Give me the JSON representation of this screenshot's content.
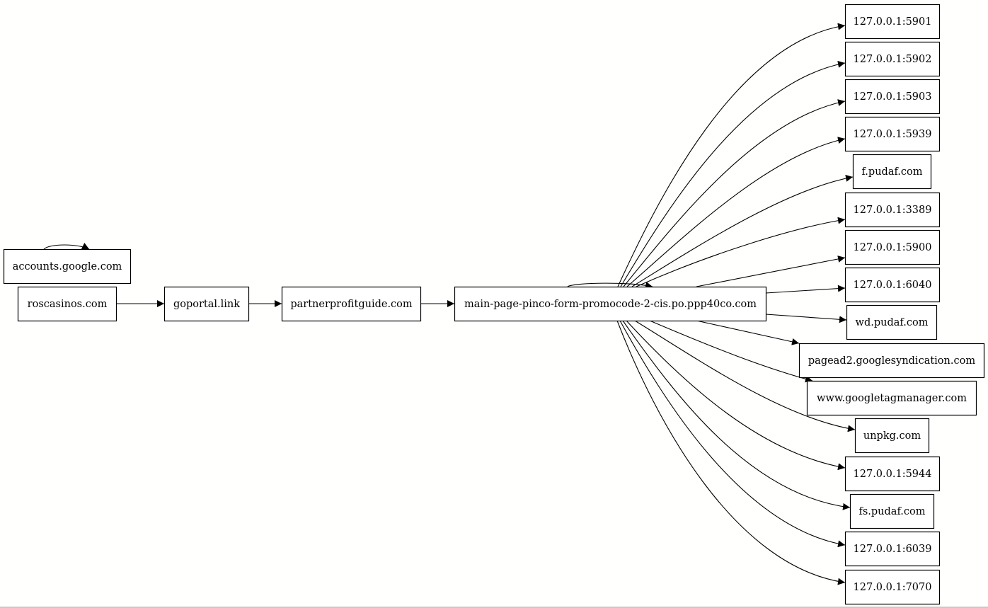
{
  "graph": {
    "nodes": [
      {
        "id": "accounts",
        "label": "accounts.google.com"
      },
      {
        "id": "roscasinos",
        "label": "roscasinos.com"
      },
      {
        "id": "goportal",
        "label": "goportal.link"
      },
      {
        "id": "partner",
        "label": "partnerprofitguide.com"
      },
      {
        "id": "main",
        "label": "main-page-pinco-form-promocode-2-cis.po.ppp40co.com"
      },
      {
        "id": "t5901",
        "label": "127.0.0.1:5901"
      },
      {
        "id": "t5902",
        "label": "127.0.0.1:5902"
      },
      {
        "id": "t5903",
        "label": "127.0.0.1:5903"
      },
      {
        "id": "t5939",
        "label": "127.0.0.1:5939"
      },
      {
        "id": "fpudaf",
        "label": "f.pudaf.com"
      },
      {
        "id": "t3389",
        "label": "127.0.0.1:3389"
      },
      {
        "id": "t5900",
        "label": "127.0.0.1:5900"
      },
      {
        "id": "t6040",
        "label": "127.0.0.1:6040"
      },
      {
        "id": "wdpudaf",
        "label": "wd.pudaf.com"
      },
      {
        "id": "pagead2",
        "label": "pagead2.googlesyndication.com"
      },
      {
        "id": "gtm",
        "label": "www.googletagmanager.com"
      },
      {
        "id": "unpkg",
        "label": "unpkg.com"
      },
      {
        "id": "t5944",
        "label": "127.0.0.1:5944"
      },
      {
        "id": "fspudaf",
        "label": "fs.pudaf.com"
      },
      {
        "id": "t6039",
        "label": "127.0.0.1:6039"
      },
      {
        "id": "t7070",
        "label": "127.0.0.1:7070"
      }
    ],
    "edges": [
      {
        "from": "accounts",
        "to": "accounts"
      },
      {
        "from": "roscasinos",
        "to": "goportal"
      },
      {
        "from": "goportal",
        "to": "partner"
      },
      {
        "from": "partner",
        "to": "main"
      },
      {
        "from": "main",
        "to": "main"
      },
      {
        "from": "main",
        "to": "t5901"
      },
      {
        "from": "main",
        "to": "t5902"
      },
      {
        "from": "main",
        "to": "t5903"
      },
      {
        "from": "main",
        "to": "t5939"
      },
      {
        "from": "main",
        "to": "fpudaf"
      },
      {
        "from": "main",
        "to": "t3389"
      },
      {
        "from": "main",
        "to": "t5900"
      },
      {
        "from": "main",
        "to": "t6040"
      },
      {
        "from": "main",
        "to": "wdpudaf"
      },
      {
        "from": "main",
        "to": "pagead2"
      },
      {
        "from": "main",
        "to": "gtm"
      },
      {
        "from": "main",
        "to": "unpkg"
      },
      {
        "from": "main",
        "to": "t5944"
      },
      {
        "from": "main",
        "to": "fspudaf"
      },
      {
        "from": "main",
        "to": "t6039"
      },
      {
        "from": "main",
        "to": "t7070"
      }
    ]
  }
}
